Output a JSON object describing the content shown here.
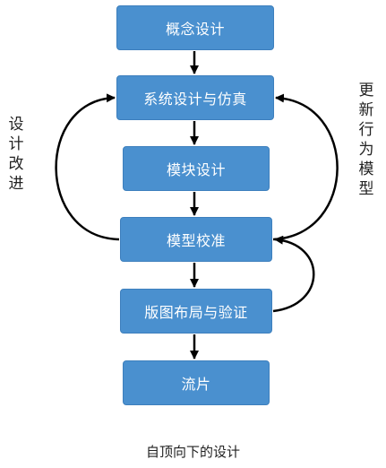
{
  "steps": {
    "concept": "概念设计",
    "system": "系统设计与仿真",
    "module": "模块设计",
    "calibration": "模型校准",
    "layout": "版图布局与验证",
    "tapeout": "流片"
  },
  "feedback": {
    "left": "设计改进",
    "right": "更新行为模型"
  },
  "caption": "自顶向下的设计",
  "colors": {
    "box_fill": "#4a90cf",
    "box_text": "#ffffff",
    "arrow": "#000000"
  }
}
